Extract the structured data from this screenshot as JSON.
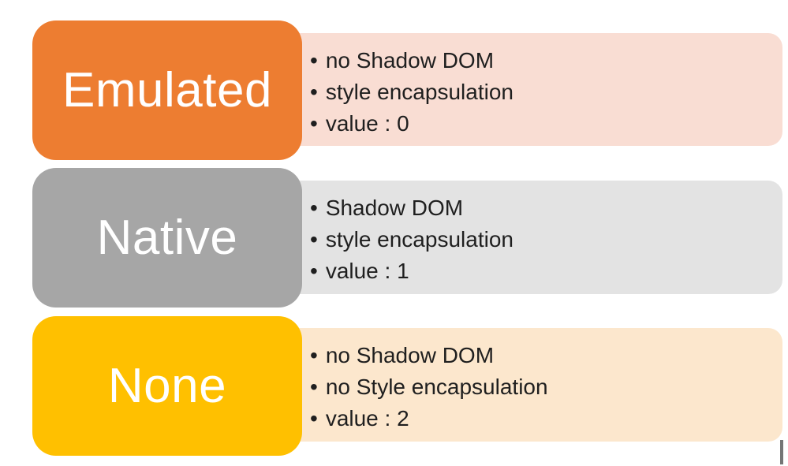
{
  "diagram": {
    "bullet_char": "•",
    "text_color": "#1F1F1F",
    "rows": [
      {
        "label": "Emulated",
        "label_bg": "#ED7D31",
        "label_color": "#FFFFFF",
        "panel_bg": "#F9DDD3",
        "bullets": [
          "no Shadow DOM",
          "style encapsulation",
          "value : 0"
        ]
      },
      {
        "label": "Native",
        "label_bg": "#A6A6A6",
        "label_color": "#FFFFFF",
        "panel_bg": "#E3E3E3",
        "bullets": [
          "Shadow DOM",
          "style encapsulation",
          "value : 1"
        ]
      },
      {
        "label": "None",
        "label_bg": "#FFC000",
        "label_color": "#FFFFFF",
        "panel_bg": "#FCE7CD",
        "bullets": [
          "no Shadow DOM",
          "no Style encapsulation",
          "value : 2"
        ]
      }
    ]
  }
}
